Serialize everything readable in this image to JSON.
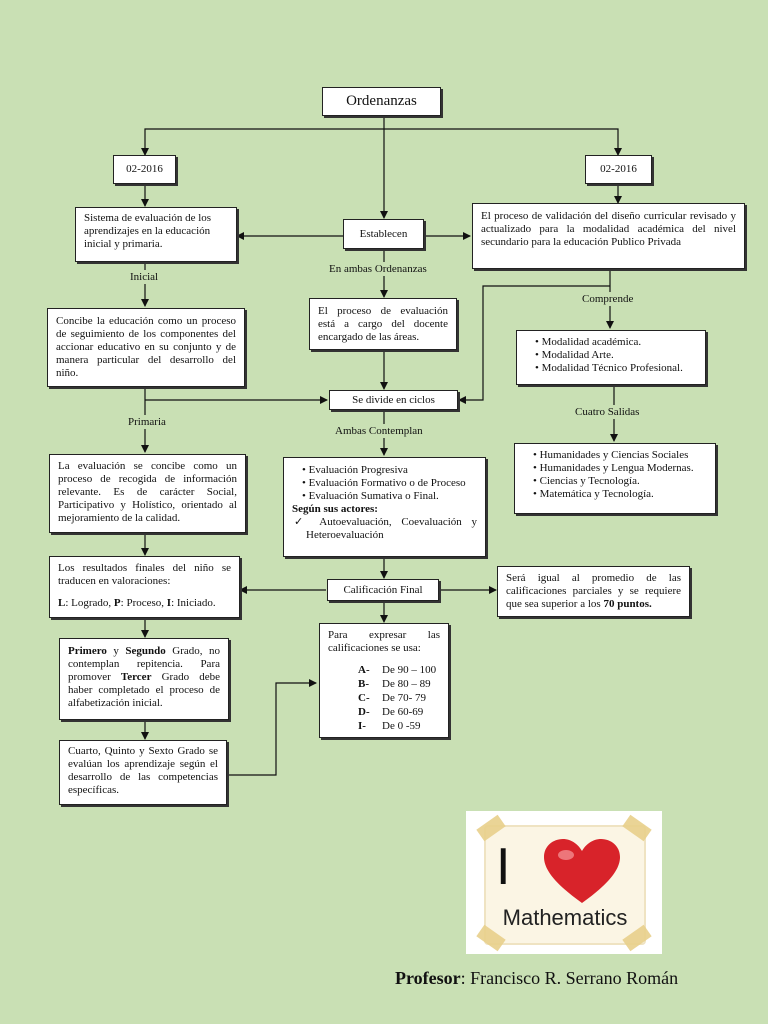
{
  "root": {
    "title": "Ordenanzas"
  },
  "left_code": "02-2016",
  "right_code": "02-2016",
  "left_system": "Sistema de evaluación de los aprendizajes en la educación inicial y primaria.",
  "establecen": "Establecen",
  "right_process": "El proceso de validación del diseño curricular revisado y actualizado para la modalidad académica del nivel secundario para la educación Publico Privada",
  "label_inicial": "Inicial",
  "label_ambas_ordenanzas": "En ambas Ordenanzas",
  "label_comprende": "Comprende",
  "inicial_box": "Concibe la educación como un proceso de seguimiento de los componentes del accionar educativo en su conjunto y de manera particular del desarrollo del niño.",
  "docente_box": "El proceso de evaluación está a cargo del docente encargado de las áreas.",
  "modalidades": [
    "Modalidad académica.",
    "Modalidad Arte.",
    "Modalidad Técnico Profesional."
  ],
  "ciclos": "Se divide en ciclos",
  "label_primaria": "Primaria",
  "label_ambas_contemplan": "Ambas Contemplan",
  "label_cuatro_salidas": "Cuatro Salidas",
  "primaria_box": "La evaluación se concibe como un proceso de recogida de información relevante. Es de carácter Social, Participativo y Holístico, orientado al mejoramiento de la calidad.",
  "evaluaciones": [
    "Evaluación Progresiva",
    "Evaluación Formativo o de Proceso",
    "Evaluación Sumativa o Final."
  ],
  "actores_title": "Según sus actores:",
  "actores": "Autoevaluación, Coevaluación y Heteroevaluación",
  "salidas": [
    "Humanidades y Ciencias Sociales",
    "Humanidades y Lengua Modernas.",
    "Ciencias y Tecnología.",
    "Matemática y Tecnología."
  ],
  "resultados": {
    "text": "Los resultados finales del niño se traducen en valoraciones:",
    "l": "L",
    "l_txt": ": Logrado, ",
    "p": "P",
    "p_txt": ": Proceso, ",
    "i": "I",
    "i_txt": ": Iniciado."
  },
  "calificacion": "Calificación Final",
  "promedio": {
    "text": "Será igual al promedio de las calificaciones parciales y se requiere que sea superior a los ",
    "bold": "70 puntos."
  },
  "primero": {
    "b1": "Primero",
    "t1": " y ",
    "b2": "Segundo",
    "t2": " Grado, no contemplan repitencia. Para promover ",
    "b3": "Tercer",
    "t3": " Grado debe haber completado el proceso de alfabetización inicial."
  },
  "expresar": "Para expresar las calificaciones se usa:",
  "grades": [
    {
      "letter": "A-",
      "range": "De 90 – 100"
    },
    {
      "letter": "B-",
      "range": "De 80 – 89"
    },
    {
      "letter": "C-",
      "range": "De 70- 79"
    },
    {
      "letter": "D-",
      "range": "De 60-69"
    },
    {
      "letter": "I-",
      "range": "De 0 -59"
    }
  ],
  "cuarto": "Cuarto, Quinto y Sexto Grado se evalúan los aprendizaje según el desarrollo de las competencias específicas.",
  "logo": {
    "i": "I",
    "word": "Mathematics",
    "heart_color": "#d8232a"
  },
  "professor": {
    "label": "Profesor",
    "name": ": Francisco R. Serrano Román"
  }
}
